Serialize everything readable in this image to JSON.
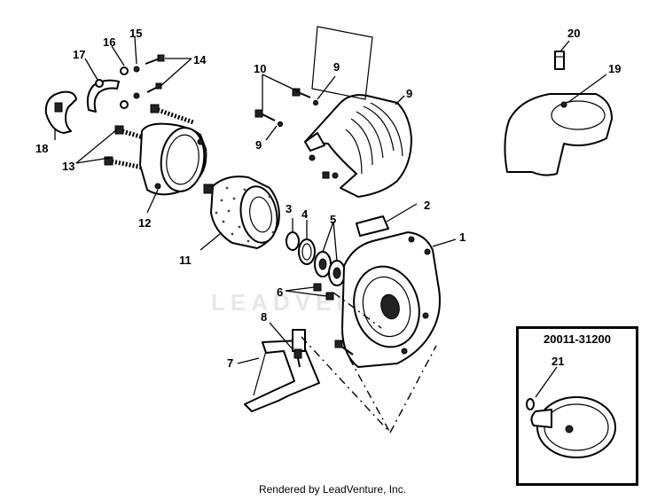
{
  "watermark": "LEADVENTURE",
  "footer": "Rendered by LeadVenture, Inc.",
  "kit": {
    "number": "20011-31200"
  },
  "callouts": {
    "c1": "1",
    "c2": "2",
    "c3": "3",
    "c4": "4",
    "c5": "5",
    "c6": "6",
    "c7": "7",
    "c8": "8",
    "c9a": "9",
    "c9b": "9",
    "c9c": "9",
    "c10": "10",
    "c11": "11",
    "c12": "12",
    "c13": "13",
    "c14": "14",
    "c15": "15",
    "c16": "16",
    "c17": "17",
    "c18": "18",
    "c19": "19",
    "c20": "20",
    "c21": "21"
  }
}
